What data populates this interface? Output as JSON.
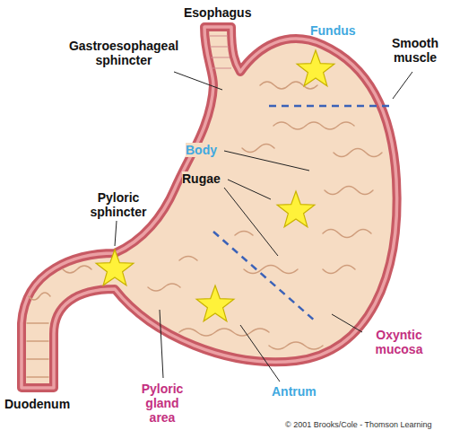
{
  "diagram": {
    "labels": [
      "Esophagus",
      "Fundus",
      "Smooth muscle",
      "Gastroesophageal sphincter",
      "Body",
      "Rugae",
      "Pyloric sphincter",
      "Oxyntic mucosa",
      "Duodenum",
      "Pyloric gland area",
      "Antrum",
      "© 2001 Brooks/Cole - Thomson Learning"
    ]
  }
}
